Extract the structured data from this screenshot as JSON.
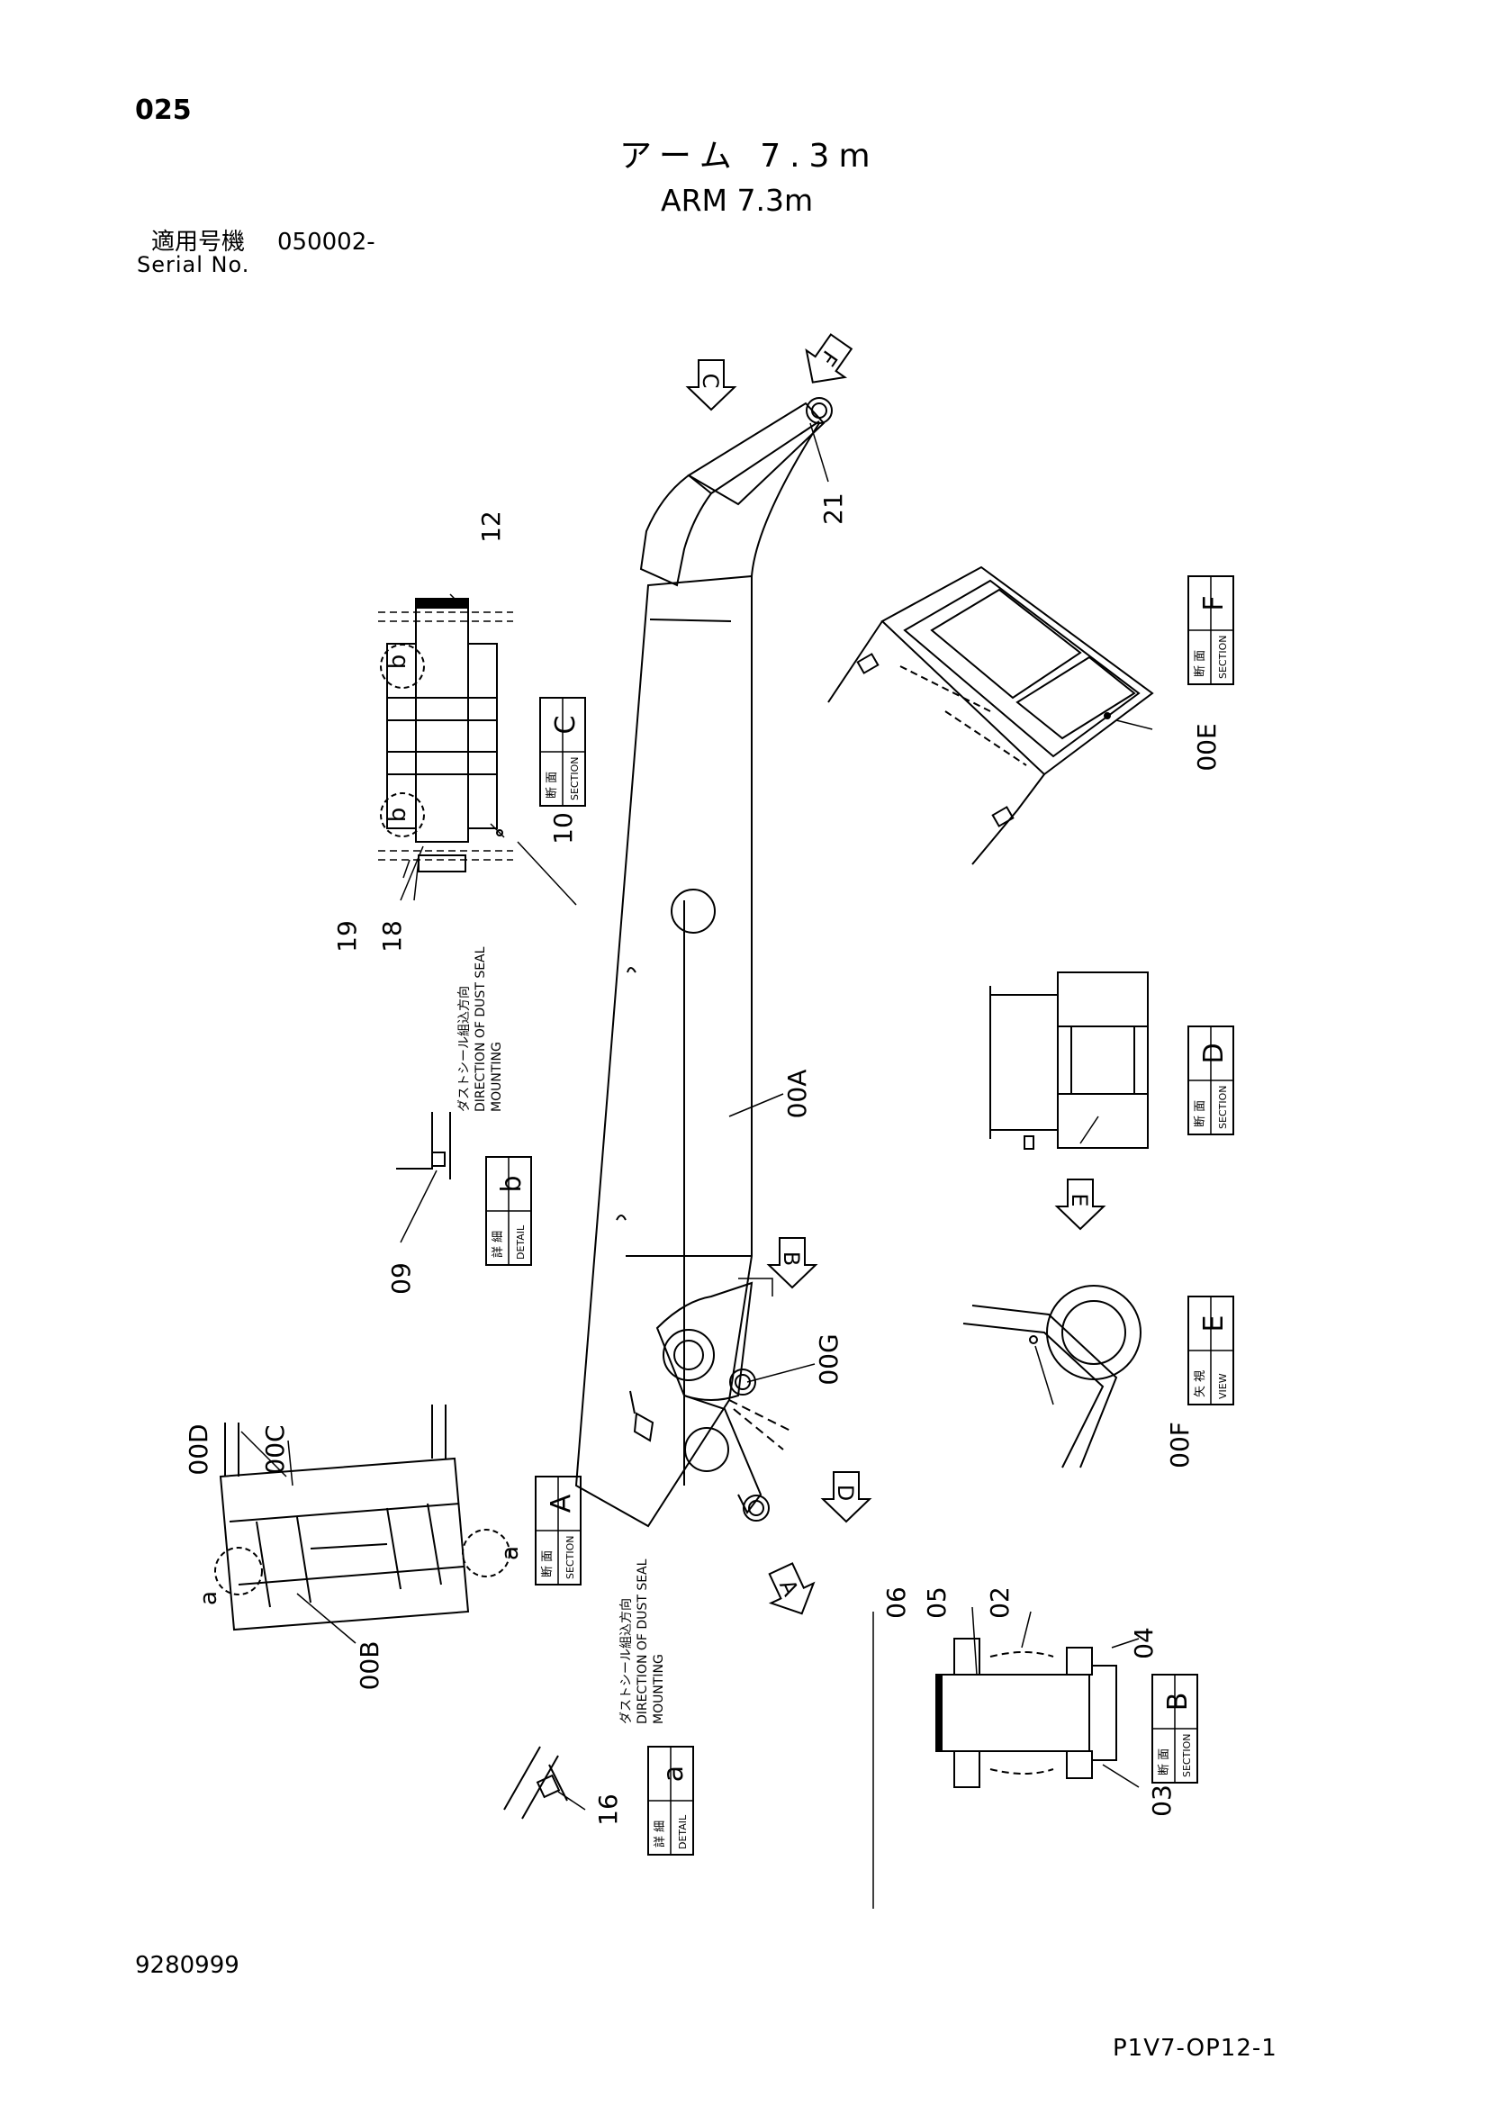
{
  "header": {
    "page_number": "025",
    "title_jp": "アーム 7.3m",
    "title_en": "ARM 7.3m",
    "serial_label_jp": "適用号機",
    "serial_value": "050002-",
    "serial_label_en": "Serial No."
  },
  "footer": {
    "document_number": "9280999",
    "sheet_code": "P1V7-OP12-1"
  },
  "section_boxes": [
    {
      "jp": "断 面",
      "en": "SECTION",
      "letter": "C"
    },
    {
      "jp": "断 面",
      "en": "SECTION",
      "letter": "F"
    },
    {
      "jp": "断 面",
      "en": "SECTION",
      "letter": "D"
    },
    {
      "jp": "矢 視",
      "en": "VIEW",
      "letter": "E"
    },
    {
      "jp": "断 面",
      "en": "SECTION",
      "letter": "A"
    },
    {
      "jp": "断 面",
      "en": "SECTION",
      "letter": "B"
    },
    {
      "jp": "詳 細",
      "en": "DETAIL",
      "letter": "b"
    },
    {
      "jp": "詳 細",
      "en": "DETAIL",
      "letter": "a"
    }
  ],
  "view_arrows": [
    "C",
    "F",
    "B",
    "E",
    "D",
    "A"
  ],
  "part_numbers": [
    "12",
    "21",
    "10",
    "19",
    "18",
    "00E",
    "00A",
    "09",
    "00G",
    "00F",
    "00D",
    "00C",
    "00B",
    "16",
    "06",
    "05",
    "02",
    "04",
    "03"
  ],
  "detail_letters": [
    "b",
    "b",
    "a",
    "a"
  ],
  "notes": [
    {
      "jp": "ダストシール組込方向",
      "en1": "DIRECTION OF DUST SEAL",
      "en2": "MOUNTING"
    },
    {
      "jp": "ダストシール組込方向",
      "en1": "DIRECTION OF DUST SEAL",
      "en2": "MOUNTING"
    }
  ]
}
